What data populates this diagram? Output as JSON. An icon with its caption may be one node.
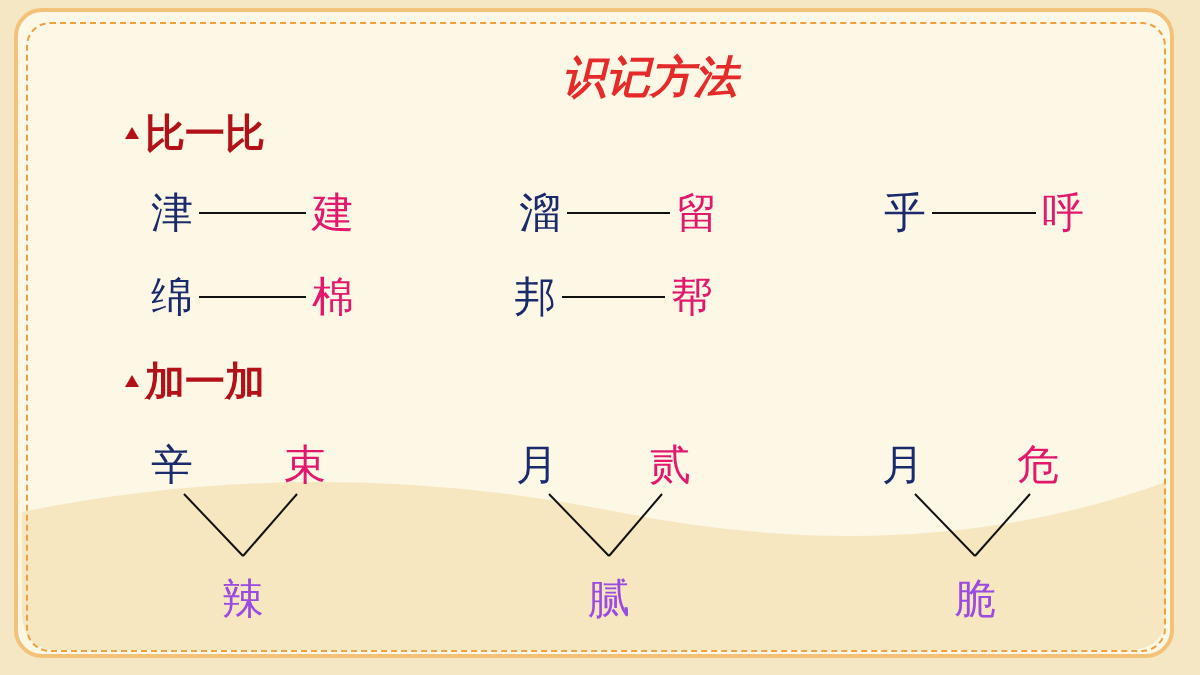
{
  "diagram": {
    "title": "识记方法",
    "nodes": [
      {
        "text": [
          "津"
        ]
      },
      {
        "text": [
          "建"
        ]
      },
      {
        "text": [
          "溜"
        ]
      },
      {
        "text": [
          "留"
        ]
      },
      {
        "text": [
          "乎"
        ]
      },
      {
        "text": [
          "呼"
        ]
      },
      {
        "text": [
          "绵"
        ]
      },
      {
        "text": [
          "棉"
        ]
      },
      {
        "text": [
          "邦"
        ]
      },
      {
        "text": [
          "帮"
        ]
      },
      {
        "text": [
          "辛"
        ]
      },
      {
        "text": [
          "束"
        ]
      },
      {
        "text": [
          "辣"
        ]
      },
      {
        "text": [
          "月"
        ]
      },
      {
        "text": [
          "贰"
        ]
      },
      {
        "text": [
          "腻"
        ]
      },
      {
        "text": [
          "月"
        ]
      },
      {
        "text": [
          "危"
        ]
      },
      {
        "text": [
          "脆"
        ]
      }
    ],
    "edges": [
      {
        "from": 0,
        "to": 1,
        "arrow": "none"
      },
      {
        "from": 2,
        "to": 3,
        "arrow": "none"
      },
      {
        "from": 4,
        "to": 5,
        "arrow": "none"
      },
      {
        "from": 6,
        "to": 7,
        "arrow": "none"
      },
      {
        "from": 8,
        "to": 9,
        "arrow": "none"
      },
      {
        "from": 10,
        "to": 12,
        "arrow": "none"
      },
      {
        "from": 11,
        "to": 12,
        "arrow": "none"
      },
      {
        "from": 13,
        "to": 15,
        "arrow": "none"
      },
      {
        "from": 14,
        "to": 15,
        "arrow": "none"
      },
      {
        "from": 16,
        "to": 18,
        "arrow": "none"
      },
      {
        "from": 17,
        "to": 18,
        "arrow": "none"
      }
    ],
    "labels": [
      "比一比",
      "加一加"
    ]
  }
}
